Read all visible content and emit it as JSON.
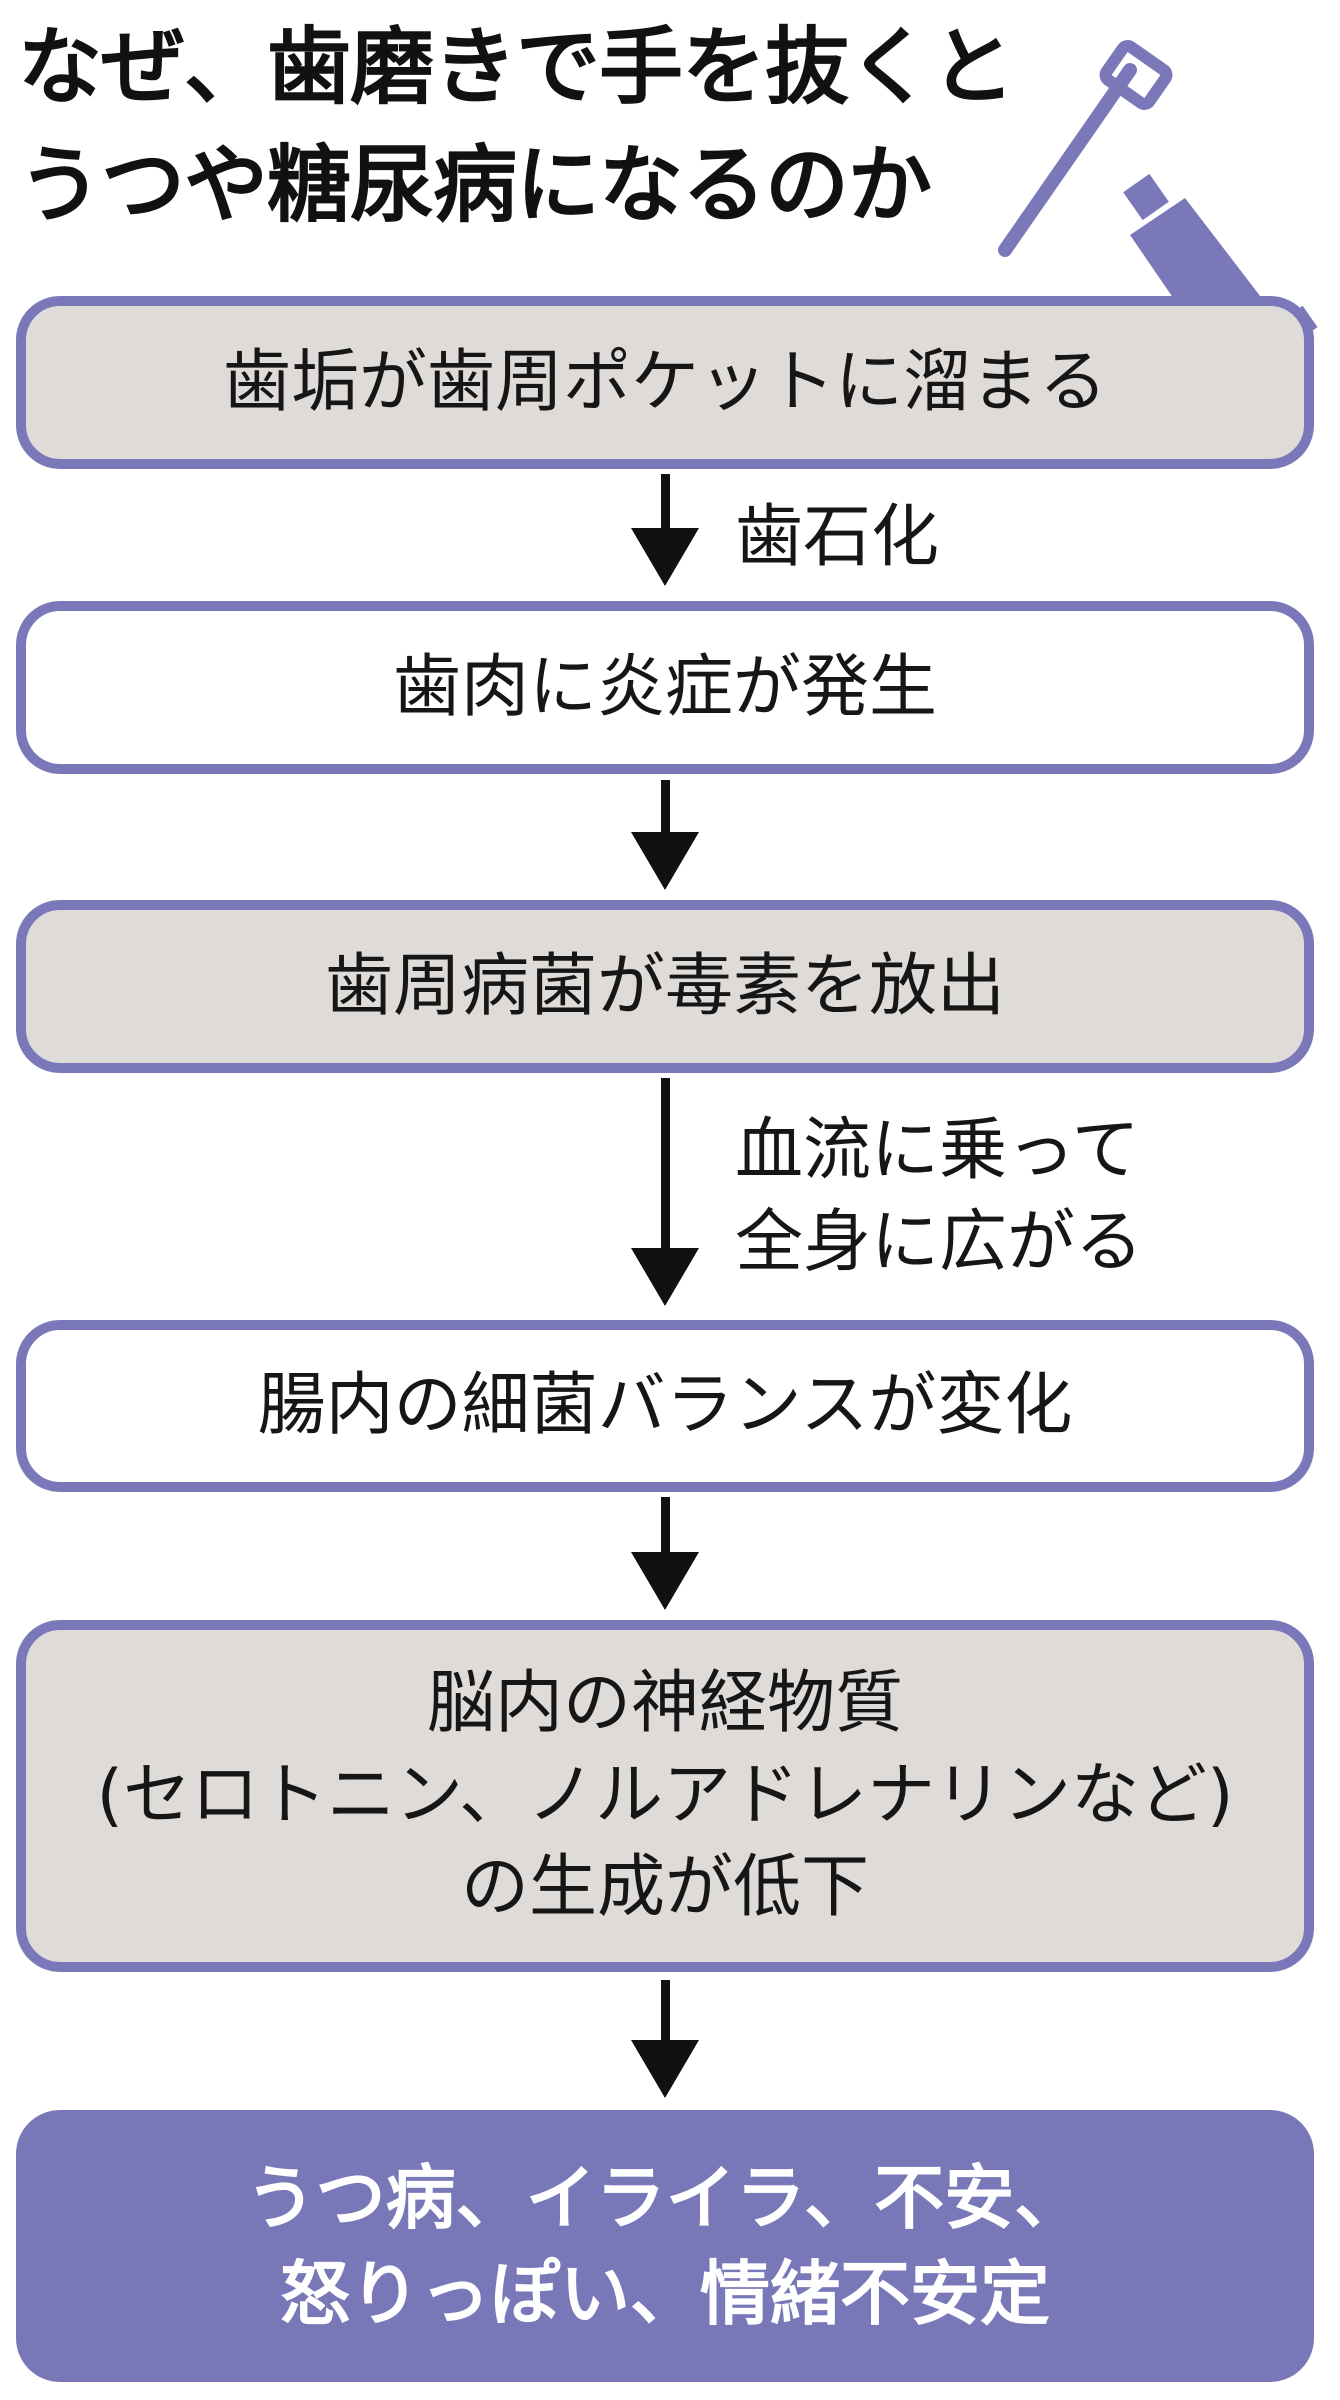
{
  "title": {
    "line1": "なぜ、歯磨きで手を抜くと",
    "line2": "うつや糖尿病になるのか"
  },
  "icon": "toothbrush-and-toothpaste-icon",
  "colors": {
    "accent": "#7878b8",
    "box_gray": "#dedbd8",
    "box_white": "#ffffff",
    "text": "#141414"
  },
  "steps": [
    {
      "lines": [
        "歯垢が歯周ポケットに溜まる"
      ],
      "style": "gray"
    },
    {
      "lines": [
        "歯肉に炎症が発生"
      ],
      "style": "white"
    },
    {
      "lines": [
        "歯周病菌が毒素を放出"
      ],
      "style": "gray"
    },
    {
      "lines": [
        "腸内の細菌バランスが変化"
      ],
      "style": "white"
    },
    {
      "lines": [
        "脳内の神経物質",
        "(セロトニン、ノルアドレナリンなど)",
        "の生成が低下"
      ],
      "style": "gray"
    },
    {
      "lines": [
        "うつ病、イライラ、不安、",
        "怒りっぽい、情緒不安定"
      ],
      "style": "final"
    }
  ],
  "arrow_notes": [
    {
      "lines": [
        "歯石化"
      ]
    },
    {
      "lines": []
    },
    {
      "lines": [
        "血流に乗って",
        "全身に広がる"
      ]
    },
    {
      "lines": []
    },
    {
      "lines": []
    }
  ]
}
